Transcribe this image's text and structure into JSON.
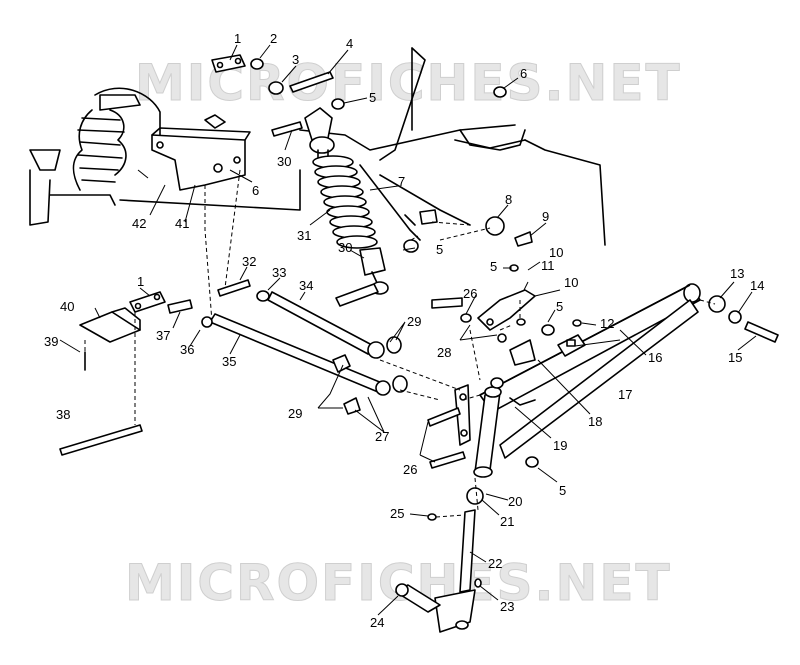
{
  "watermark_text": "MICROFICHES.NET",
  "labels": {
    "l1a": "1",
    "l1b": "1",
    "l2": "2",
    "l3": "3",
    "l4": "4",
    "l5a": "5",
    "l5b": "5",
    "l5c": "5",
    "l5d": "5",
    "l5e": "5",
    "l6a": "6",
    "l6b": "6",
    "l7": "7",
    "l8": "8",
    "l9": "9",
    "l10a": "10",
    "l10b": "10",
    "l11": "11",
    "l12": "12",
    "l13": "13",
    "l14": "14",
    "l15": "15",
    "l16": "16",
    "l17": "17",
    "l18": "18",
    "l19": "19",
    "l20": "20",
    "l21": "21",
    "l22": "22",
    "l23": "23",
    "l24": "24",
    "l25": "25",
    "l26a": "26",
    "l26b": "26",
    "l27": "27",
    "l28": "28",
    "l29a": "29",
    "l29b": "29",
    "l30a": "30",
    "l30b": "30",
    "l31": "31",
    "l32": "32",
    "l33": "33",
    "l34": "34",
    "l35": "35",
    "l36": "36",
    "l37": "37",
    "l38": "38",
    "l39": "39",
    "l40": "40",
    "l41": "41",
    "l42": "42"
  }
}
